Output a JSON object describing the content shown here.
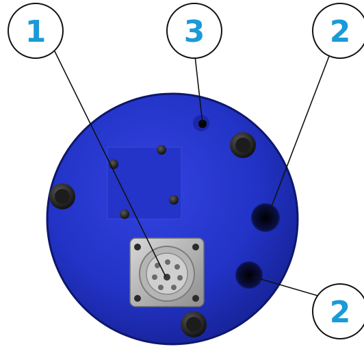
{
  "callouts": [
    {
      "label": "1",
      "part": "connector"
    },
    {
      "label": "3",
      "part": "small-threaded-hole"
    },
    {
      "label": "2",
      "part": "mounting-hole"
    },
    {
      "label": "2",
      "part": "mounting-hole"
    }
  ],
  "colors": {
    "disc": "#1f2fc4",
    "callout_text": "#1a9ad6",
    "callout_border": "#111111"
  }
}
